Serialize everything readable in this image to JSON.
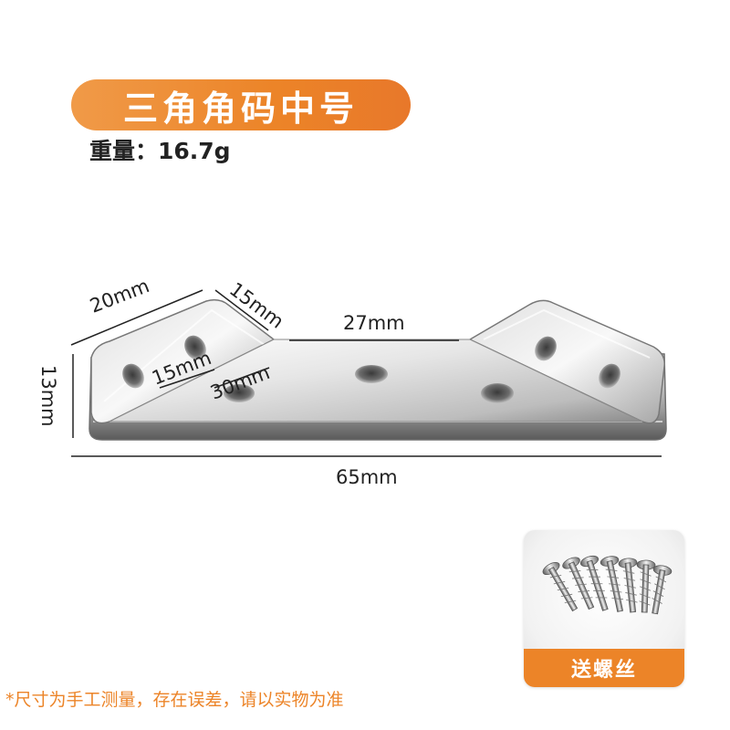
{
  "title": "三角角码中号",
  "weight": "重量：16.7g",
  "dimensions": {
    "top_left": "20mm",
    "top_diagonal": "15mm",
    "top_middle": "27mm",
    "height": "13mm",
    "inner_hole": "15mm",
    "inner_diagonal": "30mm",
    "total_length": "65mm"
  },
  "accessory": {
    "label": "送螺丝",
    "icon": "screws-icon"
  },
  "footnote": "*尺寸为手工测量，存在误差，请以实物为准",
  "colors": {
    "accent": "#ec8428",
    "metal": "#a8a8a8"
  }
}
